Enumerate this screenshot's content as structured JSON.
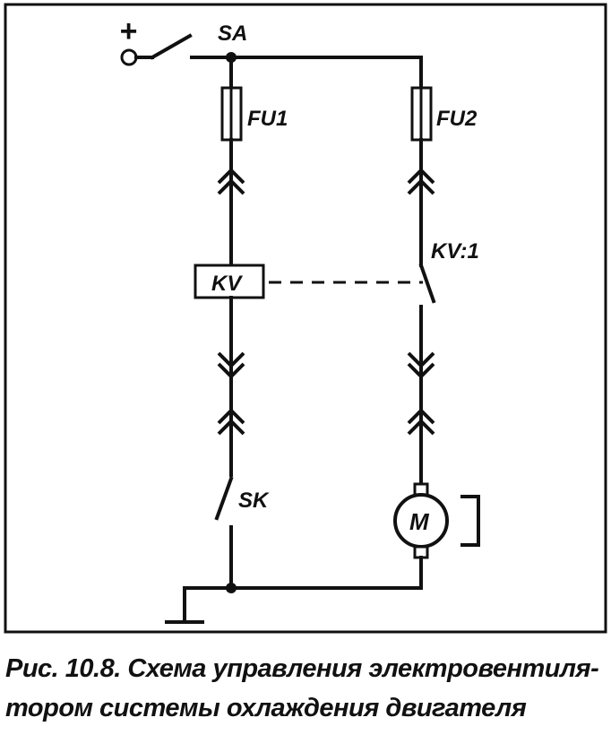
{
  "labels": {
    "plus": "+",
    "sa": "SA",
    "fu1": "FU1",
    "fu2": "FU2",
    "kv": "KV",
    "kv1": "KV:1",
    "sk": "SK",
    "motor": "M"
  },
  "caption": {
    "line1": "Рис. 10.8. Схема управления электровентиля-",
    "line2": "тором системы охлаждения двигателя"
  }
}
